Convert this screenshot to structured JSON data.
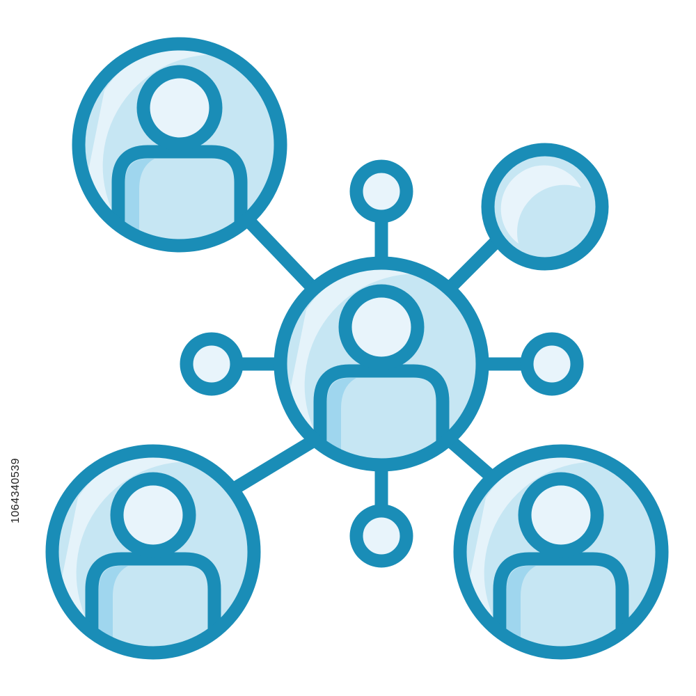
{
  "icon": {
    "name": "people-network-icon",
    "colors": {
      "stroke": "#1a8db7",
      "fill_light": "#c6e6f3",
      "fill_lighter": "#e8f4fb",
      "fill_accent": "#9fd6ee",
      "background": "#ffffff"
    },
    "nodes": [
      "center-user",
      "top-left-user",
      "bottom-left-user",
      "bottom-right-user",
      "top-right-node",
      "small-top-node",
      "small-left-node",
      "small-right-node",
      "small-bottom-node"
    ]
  },
  "watermark": {
    "stock_id": "1064340539"
  }
}
